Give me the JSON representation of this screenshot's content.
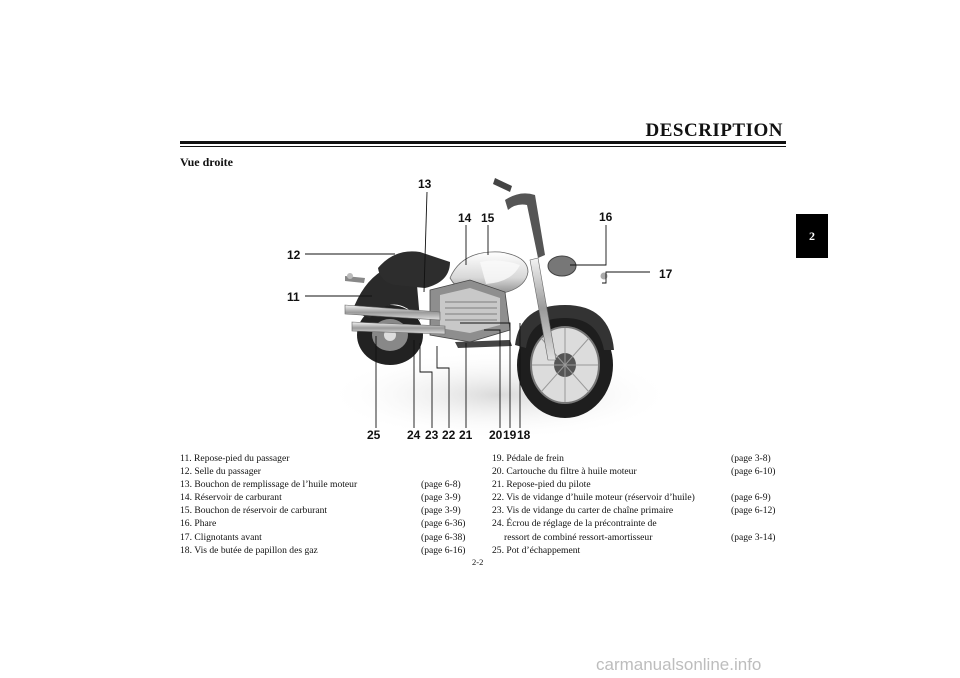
{
  "header": {
    "title": "DESCRIPTION"
  },
  "chapter_tab": "2",
  "section_title": "Vue droite",
  "callouts": {
    "c11": "11",
    "c12": "12",
    "c13": "13",
    "c14": "14",
    "c15": "15",
    "c16": "16",
    "c17": "17",
    "c18": "18",
    "c19": "19",
    "c20": "20",
    "c21": "21",
    "c22": "22",
    "c23": "23",
    "c24": "24",
    "c25": "25"
  },
  "legend_left": [
    {
      "label": "11. Repose-pied du passager",
      "page": ""
    },
    {
      "label": "12. Selle du passager",
      "page": ""
    },
    {
      "label": "13. Bouchon de remplissage de l’huile moteur",
      "page": "(page 6-8)"
    },
    {
      "label": "14. Réservoir de carburant",
      "page": "(page 3-9)"
    },
    {
      "label": "15. Bouchon de réservoir de carburant",
      "page": "(page 3-9)"
    },
    {
      "label": "16. Phare",
      "page": "(page 6-36)"
    },
    {
      "label": "17. Clignotants avant",
      "page": "(page 6-38)"
    },
    {
      "label": "18. Vis de butée de papillon des gaz",
      "page": "(page 6-16)"
    }
  ],
  "legend_right": [
    {
      "label": "19. Pédale de frein",
      "page": "(page 3-8)"
    },
    {
      "label": "20. Cartouche du filtre à huile moteur",
      "page": "(page 6-10)"
    },
    {
      "label": "21. Repose-pied du pilote",
      "page": ""
    },
    {
      "label": "22. Vis de vidange d’huile moteur (réservoir d’huile)",
      "page": "(page 6-9)"
    },
    {
      "label": "23. Vis de vidange du carter de chaîne primaire",
      "page": "(page 6-12)"
    },
    {
      "label": "24. Écrou de réglage de la précontrainte de",
      "page": ""
    },
    {
      "label": "ressort de combiné ressort-amortisseur",
      "page": "(page 3-14)"
    },
    {
      "label": "25. Pot d’échappement",
      "page": ""
    }
  ],
  "page_number": "2-2",
  "watermark": "carmanualsonline.info"
}
